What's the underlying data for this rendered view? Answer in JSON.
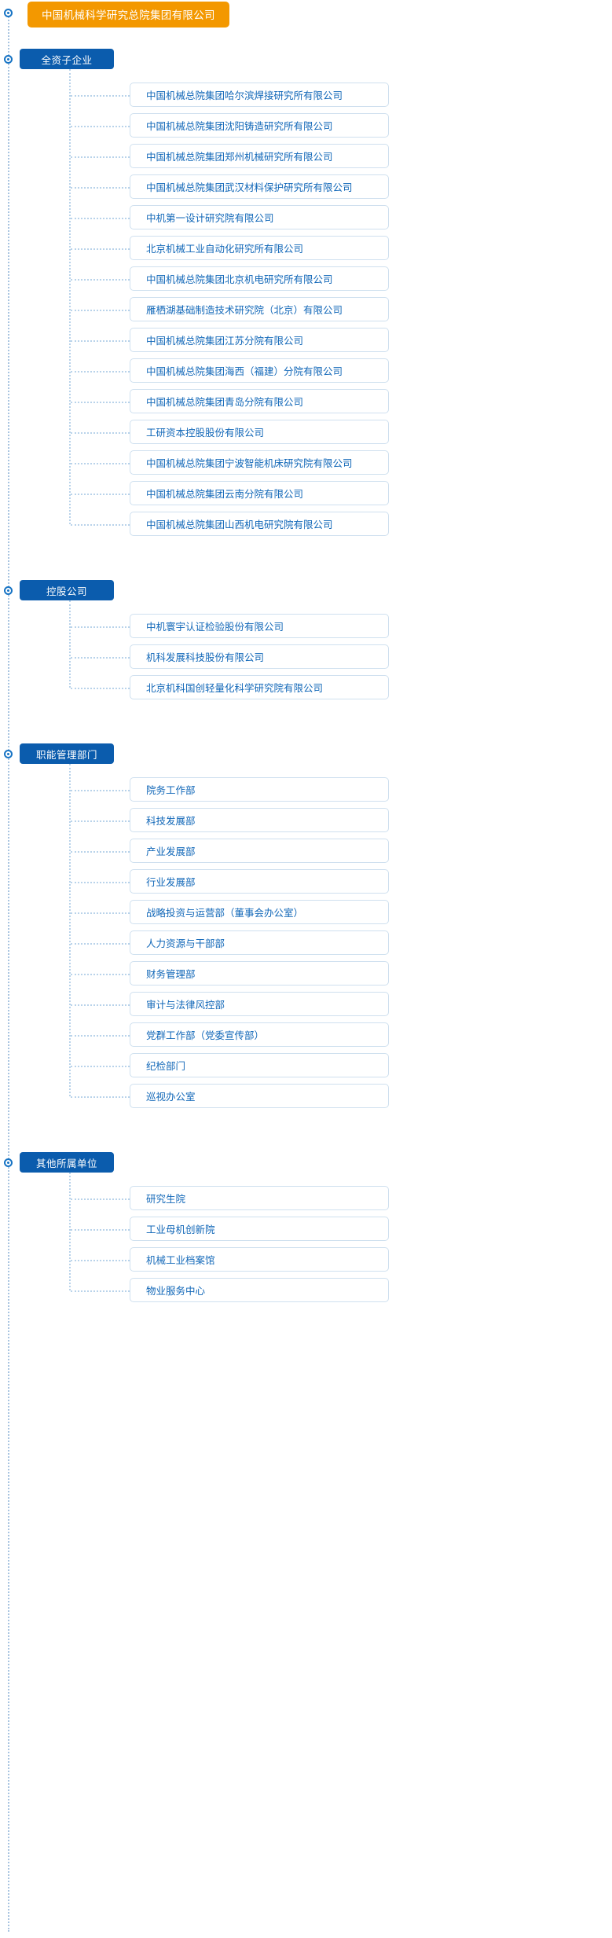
{
  "root": {
    "label": "中国机械科学研究总院集团有限公司",
    "color": "#f39800"
  },
  "theme": {
    "category_color": "#0b5cad",
    "leaf_text_color": "#1167b8",
    "leaf_border_color": "#cfe0ef",
    "line_color": "#b9d3ea",
    "bullet_color": "#1673c4"
  },
  "categories": [
    {
      "label": "全资子企业",
      "items": [
        "中国机械总院集团哈尔滨焊接研究所有限公司",
        "中国机械总院集团沈阳铸造研究所有限公司",
        "中国机械总院集团郑州机械研究所有限公司",
        "中国机械总院集团武汉材料保护研究所有限公司",
        "中机第一设计研究院有限公司",
        "北京机械工业自动化研究所有限公司",
        "中国机械总院集团北京机电研究所有限公司",
        "雁栖湖基础制造技术研究院（北京）有限公司",
        "中国机械总院集团江苏分院有限公司",
        "中国机械总院集团海西（福建）分院有限公司",
        "中国机械总院集团青岛分院有限公司",
        "工研资本控股股份有限公司",
        "中国机械总院集团宁波智能机床研究院有限公司",
        "中国机械总院集团云南分院有限公司",
        "中国机械总院集团山西机电研究院有限公司"
      ]
    },
    {
      "label": "控股公司",
      "items": [
        "中机寰宇认证检验股份有限公司",
        "机科发展科技股份有限公司",
        "北京机科国创轻量化科学研究院有限公司"
      ]
    },
    {
      "label": "职能管理部门",
      "items": [
        "院务工作部",
        "科技发展部",
        "产业发展部",
        "行业发展部",
        "战略投资与运营部（董事会办公室）",
        "人力资源与干部部",
        "财务管理部",
        "审计与法律风控部",
        "党群工作部（党委宣传部）",
        "纪检部门",
        "巡视办公室"
      ]
    },
    {
      "label": "其他所属单位",
      "items": [
        "研究生院",
        "工业母机创新院",
        "机械工业档案馆",
        "物业服务中心"
      ]
    }
  ]
}
